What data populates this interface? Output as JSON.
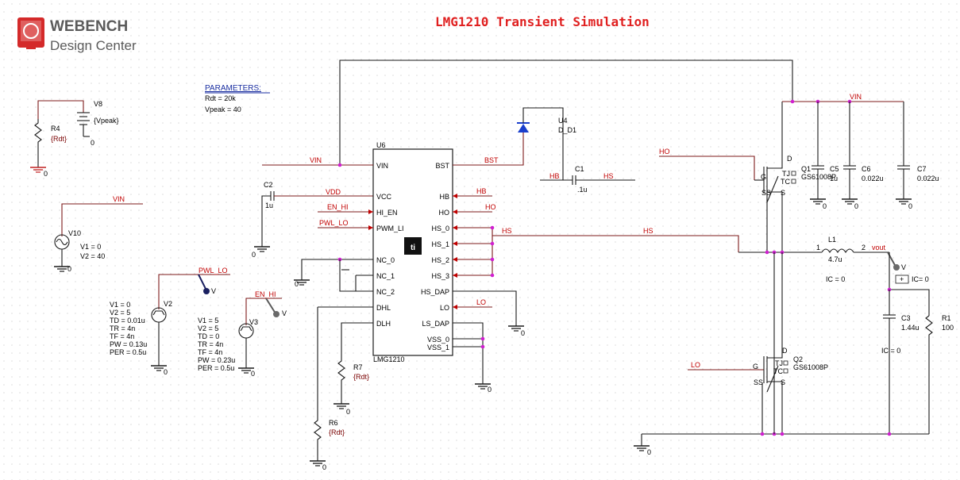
{
  "logo": {
    "line1": "WEBENCH",
    "line2": "Design Center"
  },
  "title": "LMG1210 Transient Simulation",
  "parameters": {
    "header": "PARAMETERS:",
    "lines": [
      "Rdt = 20k",
      "Vpeak = 40"
    ]
  },
  "ic": {
    "ref": "U6",
    "part": "LMG1210",
    "left_pins": [
      "VIN",
      "VCC",
      "HI_EN",
      "PWM_LI",
      "NC_0",
      "NC_1",
      "NC_2",
      "DHL",
      "DLH"
    ],
    "right_pins": [
      "BST",
      "HB",
      "HO",
      "HS_0",
      "HS_1",
      "HS_2",
      "HS_3",
      "HS_DAP",
      "LO",
      "LS_DAP",
      "VSS_0",
      "VSS_1"
    ]
  },
  "nets": {
    "vin": "VIN",
    "vdd": "VDD",
    "en_hi": "EN_HI",
    "pwl_lo": "PWL_LO",
    "bst": "BST",
    "hb": "HB",
    "ho": "HO",
    "hs": "HS",
    "lo": "LO",
    "vout": "vout"
  },
  "components": {
    "v8": {
      "ref": "V8",
      "value": "{Vpeak}"
    },
    "r4": {
      "ref": "R4",
      "value": "{Rdt}"
    },
    "v10": {
      "ref": "V10",
      "params": [
        "V1 = 0",
        "V2 = 40"
      ]
    },
    "v2": {
      "ref": "V2",
      "params": [
        "V1 = 0",
        "V2 = 5",
        "TD = 0.01u",
        "TR = 4n",
        "TF = 4n",
        "PW = 0.13u",
        "PER = 0.5u"
      ]
    },
    "v3": {
      "ref": "V3",
      "params": [
        "V1 = 5",
        "V2 = 5",
        "TD = 0",
        "TR = 4n",
        "TF = 4n",
        "PW = 0.23u",
        "PER = 0.5u"
      ]
    },
    "c2": {
      "ref": "C2",
      "value": "1u"
    },
    "r7": {
      "ref": "R7",
      "value": "{Rdt}"
    },
    "r6": {
      "ref": "R6",
      "value": "{Rdt}"
    },
    "u4": {
      "ref": "U4",
      "value": "D_D1"
    },
    "c1": {
      "ref": "C1",
      "value": ".1u"
    },
    "q1": {
      "ref": "Q1",
      "part": "GS61008P",
      "pins": [
        "D",
        "G",
        "S",
        "SS",
        "TJ",
        "TC"
      ]
    },
    "q2": {
      "ref": "Q2",
      "part": "GS61008P",
      "pins": [
        "D",
        "G",
        "S",
        "SS",
        "TJ",
        "TC"
      ]
    },
    "c5": {
      "ref": "C5",
      "value": "1u"
    },
    "c6": {
      "ref": "C6",
      "value": "0.022u"
    },
    "c7": {
      "ref": "C7",
      "value": "0.022u"
    },
    "l1": {
      "ref": "L1",
      "value": "4.7u",
      "pin1": "1",
      "pin2": "2",
      "ic": "IC = 0"
    },
    "c3": {
      "ref": "C3",
      "value": "1.44u",
      "ic": "IC = 0",
      "ic_plus": "IC= 0"
    },
    "r1": {
      "ref": "R1",
      "value": "100"
    }
  },
  "ground_label": "0",
  "probe_label": "V",
  "colors": {
    "wire": "#1a1a1a",
    "net": "#7d1b1b",
    "net_label": "#c00000",
    "junction": "#d020d0",
    "title": "#e02020",
    "logo_red": "#d42a2a"
  }
}
